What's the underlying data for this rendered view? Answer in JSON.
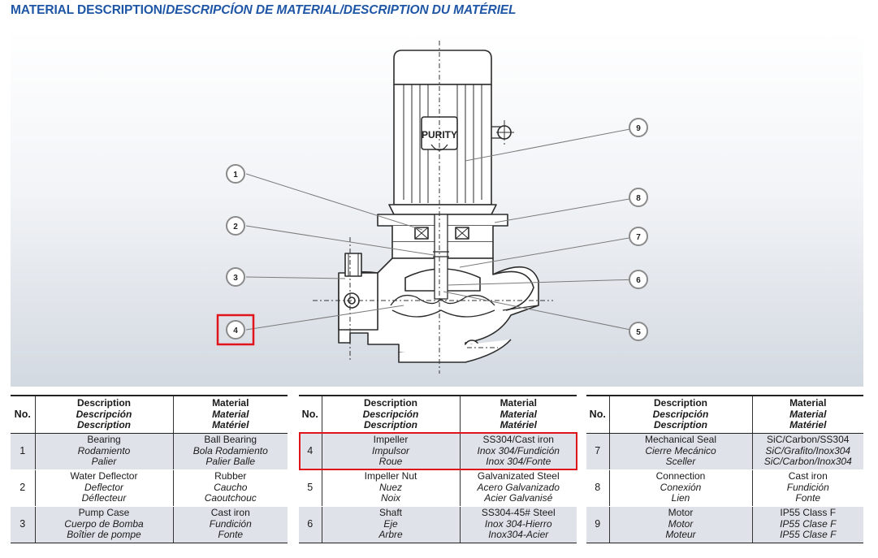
{
  "title": {
    "part1": "MATERIAL DESCRIPTION/",
    "part2": "DESCRIPCÍON DE MATERIAL/DESCRIPTION DU MATÉRIEL"
  },
  "diagram": {
    "brand": "PURITY",
    "callouts": [
      "1",
      "2",
      "3",
      "4",
      "5",
      "6",
      "7",
      "8",
      "9"
    ],
    "highlighted_callout": "4"
  },
  "colors": {
    "title": "#1f57a6",
    "highlight": "#e0141b",
    "row_shade": "#dfe3e9"
  },
  "table_header": {
    "no": "No.",
    "description": [
      "Description",
      "Descripción",
      "Description"
    ],
    "material": [
      "Material",
      "Material",
      "Matériel"
    ]
  },
  "tables": [
    {
      "rows": [
        {
          "no": "1",
          "description": [
            "Bearing",
            "Rodamiento",
            "Palier"
          ],
          "material": [
            "Ball Bearing",
            "Bola Rodamiento",
            "Palier Balle"
          ]
        },
        {
          "no": "2",
          "description": [
            "Water Deflector",
            "Deflector",
            "Déflecteur"
          ],
          "material": [
            "Rubber",
            "Caucho",
            "Caoutchouc"
          ]
        },
        {
          "no": "3",
          "description": [
            "Pump Case",
            "Cuerpo de Bomba",
            "Boîtier de pompe"
          ],
          "material": [
            "Cast iron",
            "Fundición",
            "Fonte"
          ]
        }
      ]
    },
    {
      "rows": [
        {
          "no": "4",
          "description": [
            "Impeller",
            "Impulsor",
            "Roue"
          ],
          "material": [
            "SS304/Cast iron",
            "Inox 304/Fundición",
            "Inox 304/Fonte"
          ]
        },
        {
          "no": "5",
          "description": [
            "Impeller Nut",
            "Nuez",
            "Noix"
          ],
          "material": [
            "Galvanizated Steel",
            "Acero Galvanizado",
            "Acier Galvanisé"
          ]
        },
        {
          "no": "6",
          "description": [
            "Shaft",
            "Eje",
            "Arbre"
          ],
          "material": [
            "SS304-45# Steel",
            "Inox 304-Hierro",
            "Inox304-Acier"
          ]
        }
      ]
    },
    {
      "rows": [
        {
          "no": "7",
          "description": [
            "Mechanical Seal",
            "Cierre Mecánico",
            "Sceller"
          ],
          "material": [
            "SiC/Carbon/SS304",
            "SiC/Grafito/Inox304",
            "SiC/Carbon/Inox304"
          ]
        },
        {
          "no": "8",
          "description": [
            "Connection",
            "Conexión",
            "Lien"
          ],
          "material": [
            "Cast iron",
            "Fundición",
            "Fonte"
          ]
        },
        {
          "no": "9",
          "description": [
            "Motor",
            "Motor",
            "Moteur"
          ],
          "material": [
            "IP55 Class F",
            "IP55 Clase F",
            "IP55 Clase F"
          ]
        }
      ]
    }
  ]
}
